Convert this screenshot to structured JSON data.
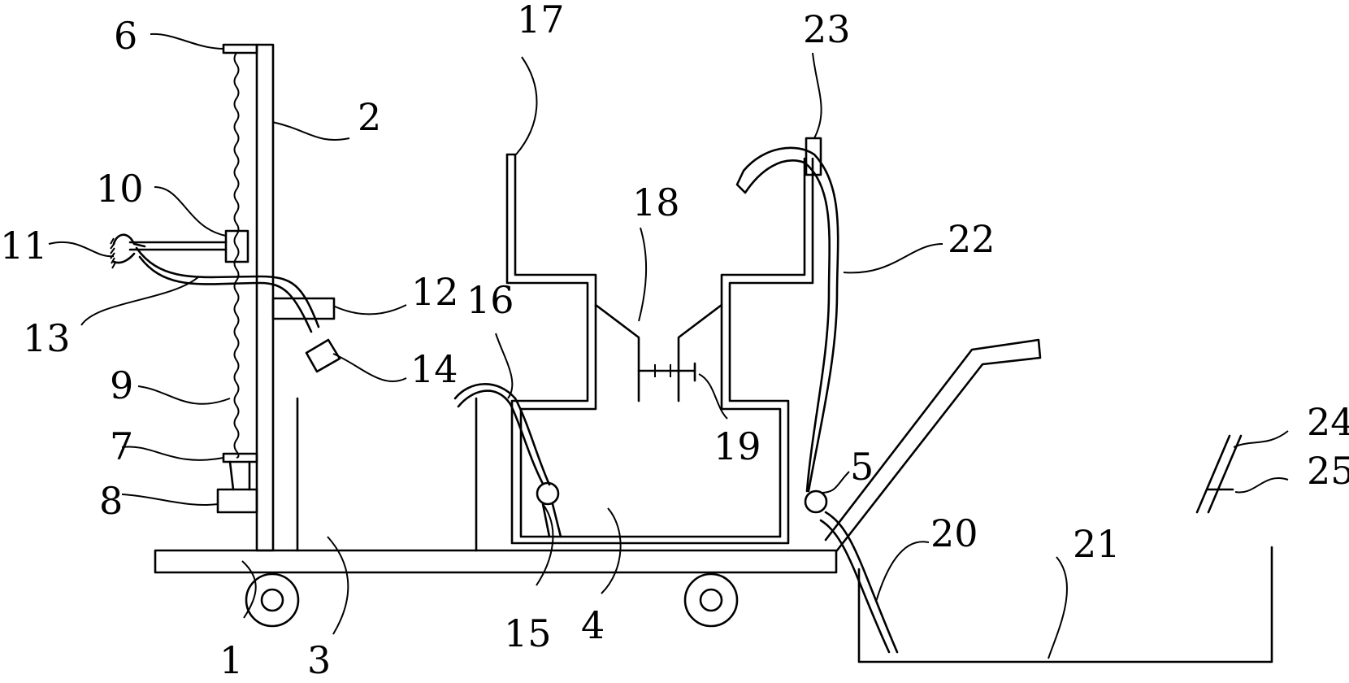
{
  "labels": {
    "l1": "1",
    "l2": "2",
    "l3": "3",
    "l4": "4",
    "l5": "5",
    "l6": "6",
    "l7": "7",
    "l8": "8",
    "l9": "9",
    "l10": "10",
    "l11": "11",
    "l12": "12",
    "l13": "13",
    "l14": "14",
    "l15": "15",
    "l16": "16",
    "l17": "17",
    "l18": "18",
    "l19": "19",
    "l20": "20",
    "l21": "21",
    "l22": "22",
    "l23": "23",
    "l24": "24",
    "l25": "25"
  },
  "colors": {
    "line": "#000000",
    "background": "#ffffff"
  }
}
